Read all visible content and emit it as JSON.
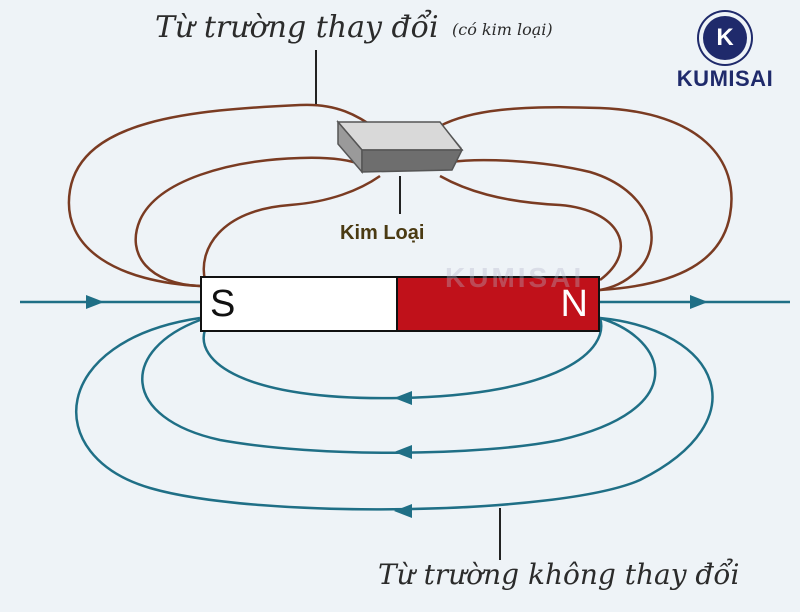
{
  "labels": {
    "changed_field": "Từ trường thay đổi",
    "changed_field_note": "(có kim loại)",
    "metal": "Kim Loại",
    "unchanged_field": "Từ trường không thay đổi",
    "south": "S",
    "north": "N"
  },
  "brand": {
    "badge": "K",
    "name": "KUMISAI",
    "watermark": "KUMISAI"
  },
  "colors": {
    "background": "#eef3f7",
    "distorted_lines": "#7a3b22",
    "field_lines": "#1f6f86",
    "north_pole": "#c0111a",
    "south_pole": "#ffffff",
    "metal": "#c8c8c8",
    "brand": "#1f2a6b"
  }
}
